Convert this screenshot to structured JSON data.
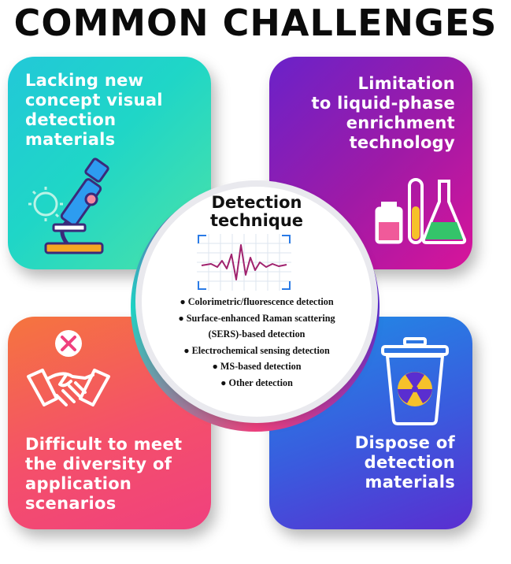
{
  "title": "COMMON CHALLENGES",
  "cards": {
    "top_left": {
      "lines": [
        "Lacking new",
        "concept visual",
        "detection",
        "materials"
      ],
      "icon": "microscope-icon"
    },
    "top_right": {
      "lines": [
        "Limitation",
        "to liquid-phase",
        "enrichment",
        "technology"
      ],
      "icon": "lab-glassware-icon"
    },
    "bottom_left": {
      "lines": [
        "Difficult to meet",
        "the diversity of",
        "application",
        "scenarios"
      ],
      "icon": "handshake-x-icon"
    },
    "bottom_right": {
      "lines": [
        "Dispose of",
        "detection",
        "materials"
      ],
      "icon": "hazard-bin-icon"
    }
  },
  "center": {
    "title_lines": [
      "Detection",
      "technique"
    ],
    "icon": "signal-waveform-icon",
    "items": [
      "● Colorimetric/fluorescence detection",
      "● Surface-enhanced Raman scattering",
      "(SERS)-based detection",
      "● Electrochemical sensing detection",
      "● MS-based detection",
      "● Other detection"
    ]
  },
  "colors": {
    "top_left": "#22c8d8",
    "top_right": "#a01aa6",
    "bottom_left": "#f4506a",
    "bottom_right": "#3a5bde"
  }
}
